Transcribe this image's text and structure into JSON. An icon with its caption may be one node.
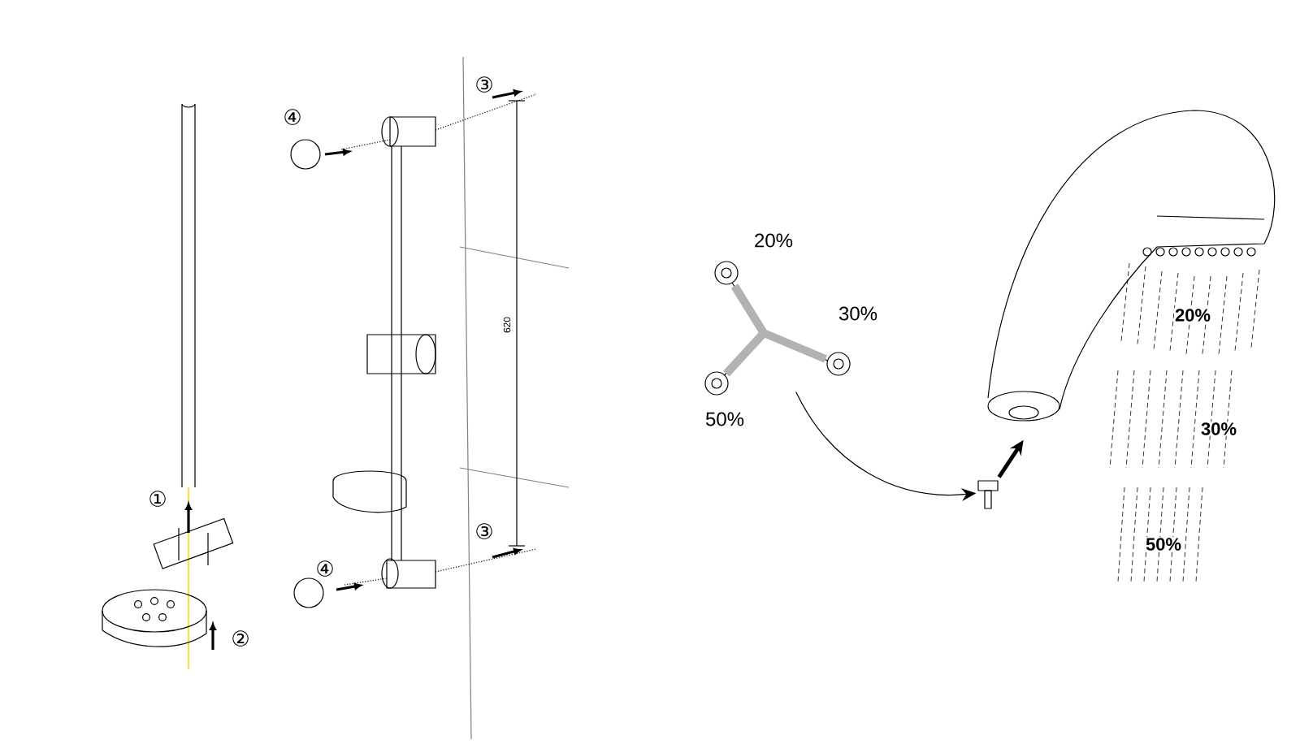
{
  "diagram": {
    "nodes": [
      {
        "text": [],
        "shape": "picture"
      },
      {
        "text": [],
        "shape": "picture"
      },
      {
        "text": [],
        "shape": "picture"
      }
    ],
    "edges": [
      {
        "from": 0,
        "to": 1,
        "arrow": "to"
      },
      {
        "from": 1,
        "to": 2,
        "arrow": "to",
        "style": "thick"
      }
    ],
    "labels": [
      "③",
      "④",
      "20%",
      "620",
      "30%",
      "20%",
      "50%",
      "30%",
      "①",
      "③",
      "50%",
      "④",
      "②"
    ]
  }
}
